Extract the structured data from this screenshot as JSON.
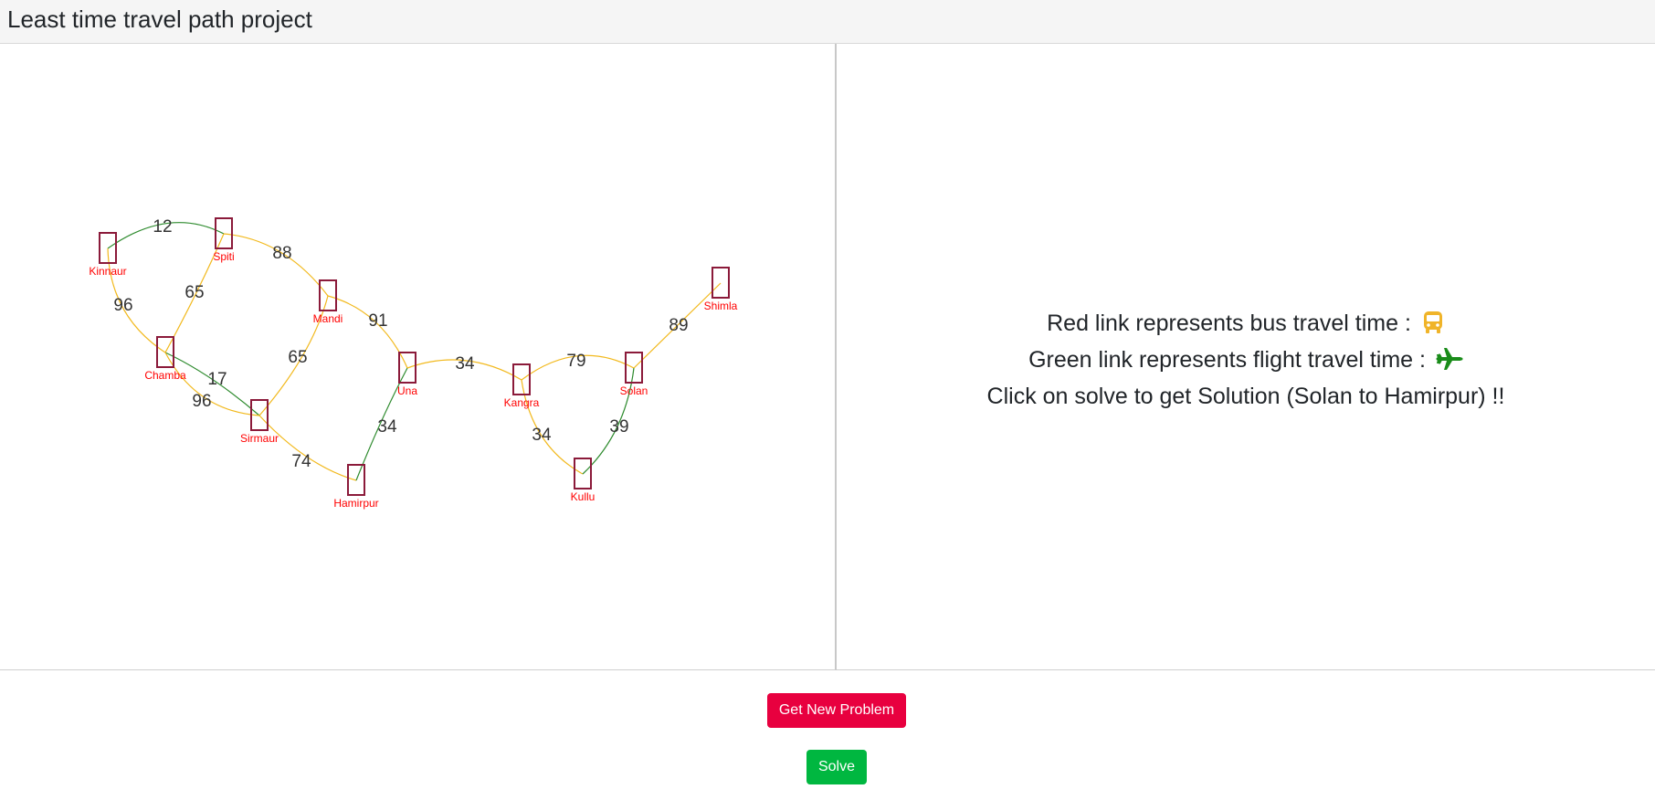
{
  "header": {
    "title": "Least time travel path project"
  },
  "legend": {
    "bus_text": "Red link represents bus travel time :",
    "flight_text": "Green link represents flight travel time :",
    "instruction": "Click on solve to get Solution (Solan to Hamirpur) !!",
    "bus_icon": "bus-icon",
    "flight_icon": "airplane-icon",
    "bus_color": "#f0b429",
    "flight_color": "#1a8c1a"
  },
  "colors": {
    "bus_edge": "#f2b91d",
    "flight_edge": "#2e8b2e",
    "node_border": "#8b1a3a",
    "node_label": "#ff0000",
    "get_new_problem_bg": "#e8003f",
    "solve_bg": "#00b740"
  },
  "graph": {
    "nodes": [
      {
        "id": "kinnaur",
        "label": "Kinnaur"
      },
      {
        "id": "spiti",
        "label": "Spiti"
      },
      {
        "id": "mandi",
        "label": "Mandi"
      },
      {
        "id": "chamba",
        "label": "Chamba"
      },
      {
        "id": "sirmaur",
        "label": "Sirmaur"
      },
      {
        "id": "una",
        "label": "Una"
      },
      {
        "id": "hamirpur",
        "label": "Hamirpur"
      },
      {
        "id": "kangra",
        "label": "Kangra"
      },
      {
        "id": "kullu",
        "label": "Kullu"
      },
      {
        "id": "solan",
        "label": "Solan"
      },
      {
        "id": "shimla",
        "label": "Shimla"
      }
    ],
    "edges": [
      {
        "from": "kinnaur",
        "to": "spiti",
        "weight": "12",
        "mode": "flight"
      },
      {
        "from": "spiti",
        "to": "mandi",
        "weight": "88",
        "mode": "bus"
      },
      {
        "from": "spiti",
        "to": "chamba",
        "weight": "65",
        "mode": "bus"
      },
      {
        "from": "kinnaur",
        "to": "chamba",
        "weight": "96",
        "mode": "bus"
      },
      {
        "from": "mandi",
        "to": "una",
        "weight": "91",
        "mode": "bus"
      },
      {
        "from": "mandi",
        "to": "sirmaur",
        "weight": "65",
        "mode": "bus"
      },
      {
        "from": "chamba",
        "to": "sirmaur",
        "weight": "17",
        "mode": "flight"
      },
      {
        "from": "chamba",
        "to": "sirmaur",
        "weight": "96",
        "mode": "bus"
      },
      {
        "from": "sirmaur",
        "to": "hamirpur",
        "weight": "74",
        "mode": "bus"
      },
      {
        "from": "una",
        "to": "hamirpur",
        "weight": "34",
        "mode": "flight"
      },
      {
        "from": "una",
        "to": "kangra",
        "weight": "34",
        "mode": "bus"
      },
      {
        "from": "kangra",
        "to": "solan",
        "weight": "79",
        "mode": "bus"
      },
      {
        "from": "kangra",
        "to": "kullu",
        "weight": "34",
        "mode": "bus"
      },
      {
        "from": "kullu",
        "to": "solan",
        "weight": "39",
        "mode": "flight"
      },
      {
        "from": "solan",
        "to": "shimla",
        "weight": "89",
        "mode": "bus"
      }
    ]
  },
  "buttons": {
    "get_new_problem": "Get New Problem",
    "solve": "Solve"
  }
}
